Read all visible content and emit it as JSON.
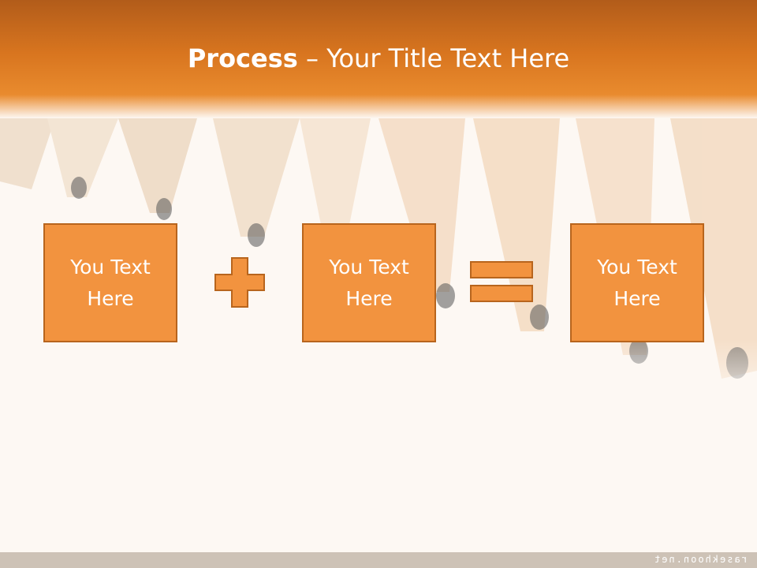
{
  "title": {
    "bold": "Process",
    "rest": " – Your Title Text Here"
  },
  "process": {
    "steps": [
      {
        "line1": "You Text",
        "line2": "Here"
      },
      {
        "line1": "You Text",
        "line2": "Here"
      },
      {
        "line1": "You Text",
        "line2": "Here"
      }
    ],
    "operators": [
      "plus",
      "equals"
    ]
  },
  "footer": {
    "watermark": "rasekhoon.net"
  },
  "colors": {
    "accent": "#f2933f",
    "accent_border": "#b8651d",
    "header_dark": "#b25c1a",
    "background": "#fdf8f3"
  }
}
